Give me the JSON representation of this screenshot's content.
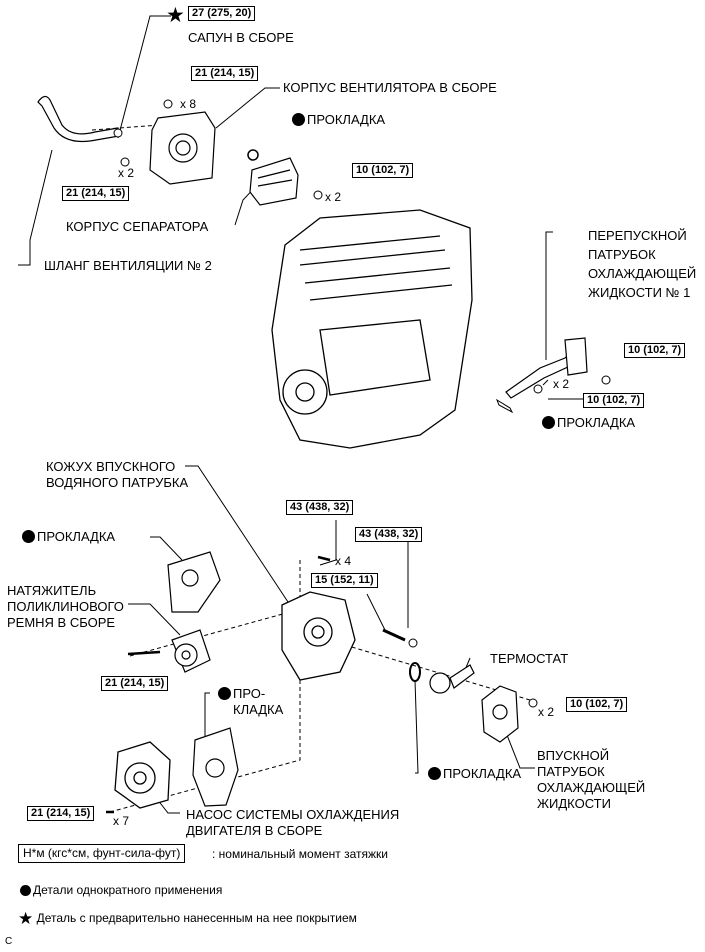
{
  "labels": {
    "breather": "САПУН В СБОРЕ",
    "fan_housing": "КОРПУС ВЕНТИЛЯТОРА В СБОРЕ",
    "gasket": "ПРОКЛАДКА",
    "separator_housing": "КОРПУС СЕПАРАТОРА",
    "vent_hose": "ШЛАНГ ВЕНТИЛЯЦИИ № 2",
    "bypass_pipe": "ПЕРЕПУСКНОЙ\nПАТРУБОК\nОХЛАЖДАЮЩЕЙ\nЖИДКОСТИ № 1",
    "inlet_cover": "КОЖУХ ВПУСКНОГО\nВОДЯНОГО ПАТРУБКА",
    "tensioner": "НАТЯЖИТЕЛЬ\nПОЛИКЛИНОВОГО\nРЕМНЯ В СБОРЕ",
    "thermostat": "ТЕРМОСТАТ",
    "gasket_split": "ПРО-\nКЛАДКА",
    "inlet_pipe": "ВПУСКНОЙ\nПАТРУБОК\nОХЛАЖДАЮЩЕЙ\nЖИДКОСТИ",
    "water_pump": "НАСОС СИСТЕМЫ ОХЛАЖДЕНИЯ\nДВИГАТЕЛЯ В СБОРЕ"
  },
  "torques": {
    "t27": "27 (275, 20)",
    "t21": "21 (214, 15)",
    "t10": "10 (102, 7)",
    "t43": "43 (438, 32)",
    "t15": "15 (152, 11)"
  },
  "quantities": {
    "x8": "x 8",
    "x2": "x 2",
    "x4": "x 4",
    "x7": "x 7"
  },
  "legend": {
    "unit_box": "Н*м (кгс*см, фунт-сила-фут)",
    "unit_text": ": номинальный момент затяжки",
    "single_use": "Детали однократного применения",
    "precoated": "Деталь с предварительно нанесенным на нее покрытием"
  },
  "corner_code": "C"
}
